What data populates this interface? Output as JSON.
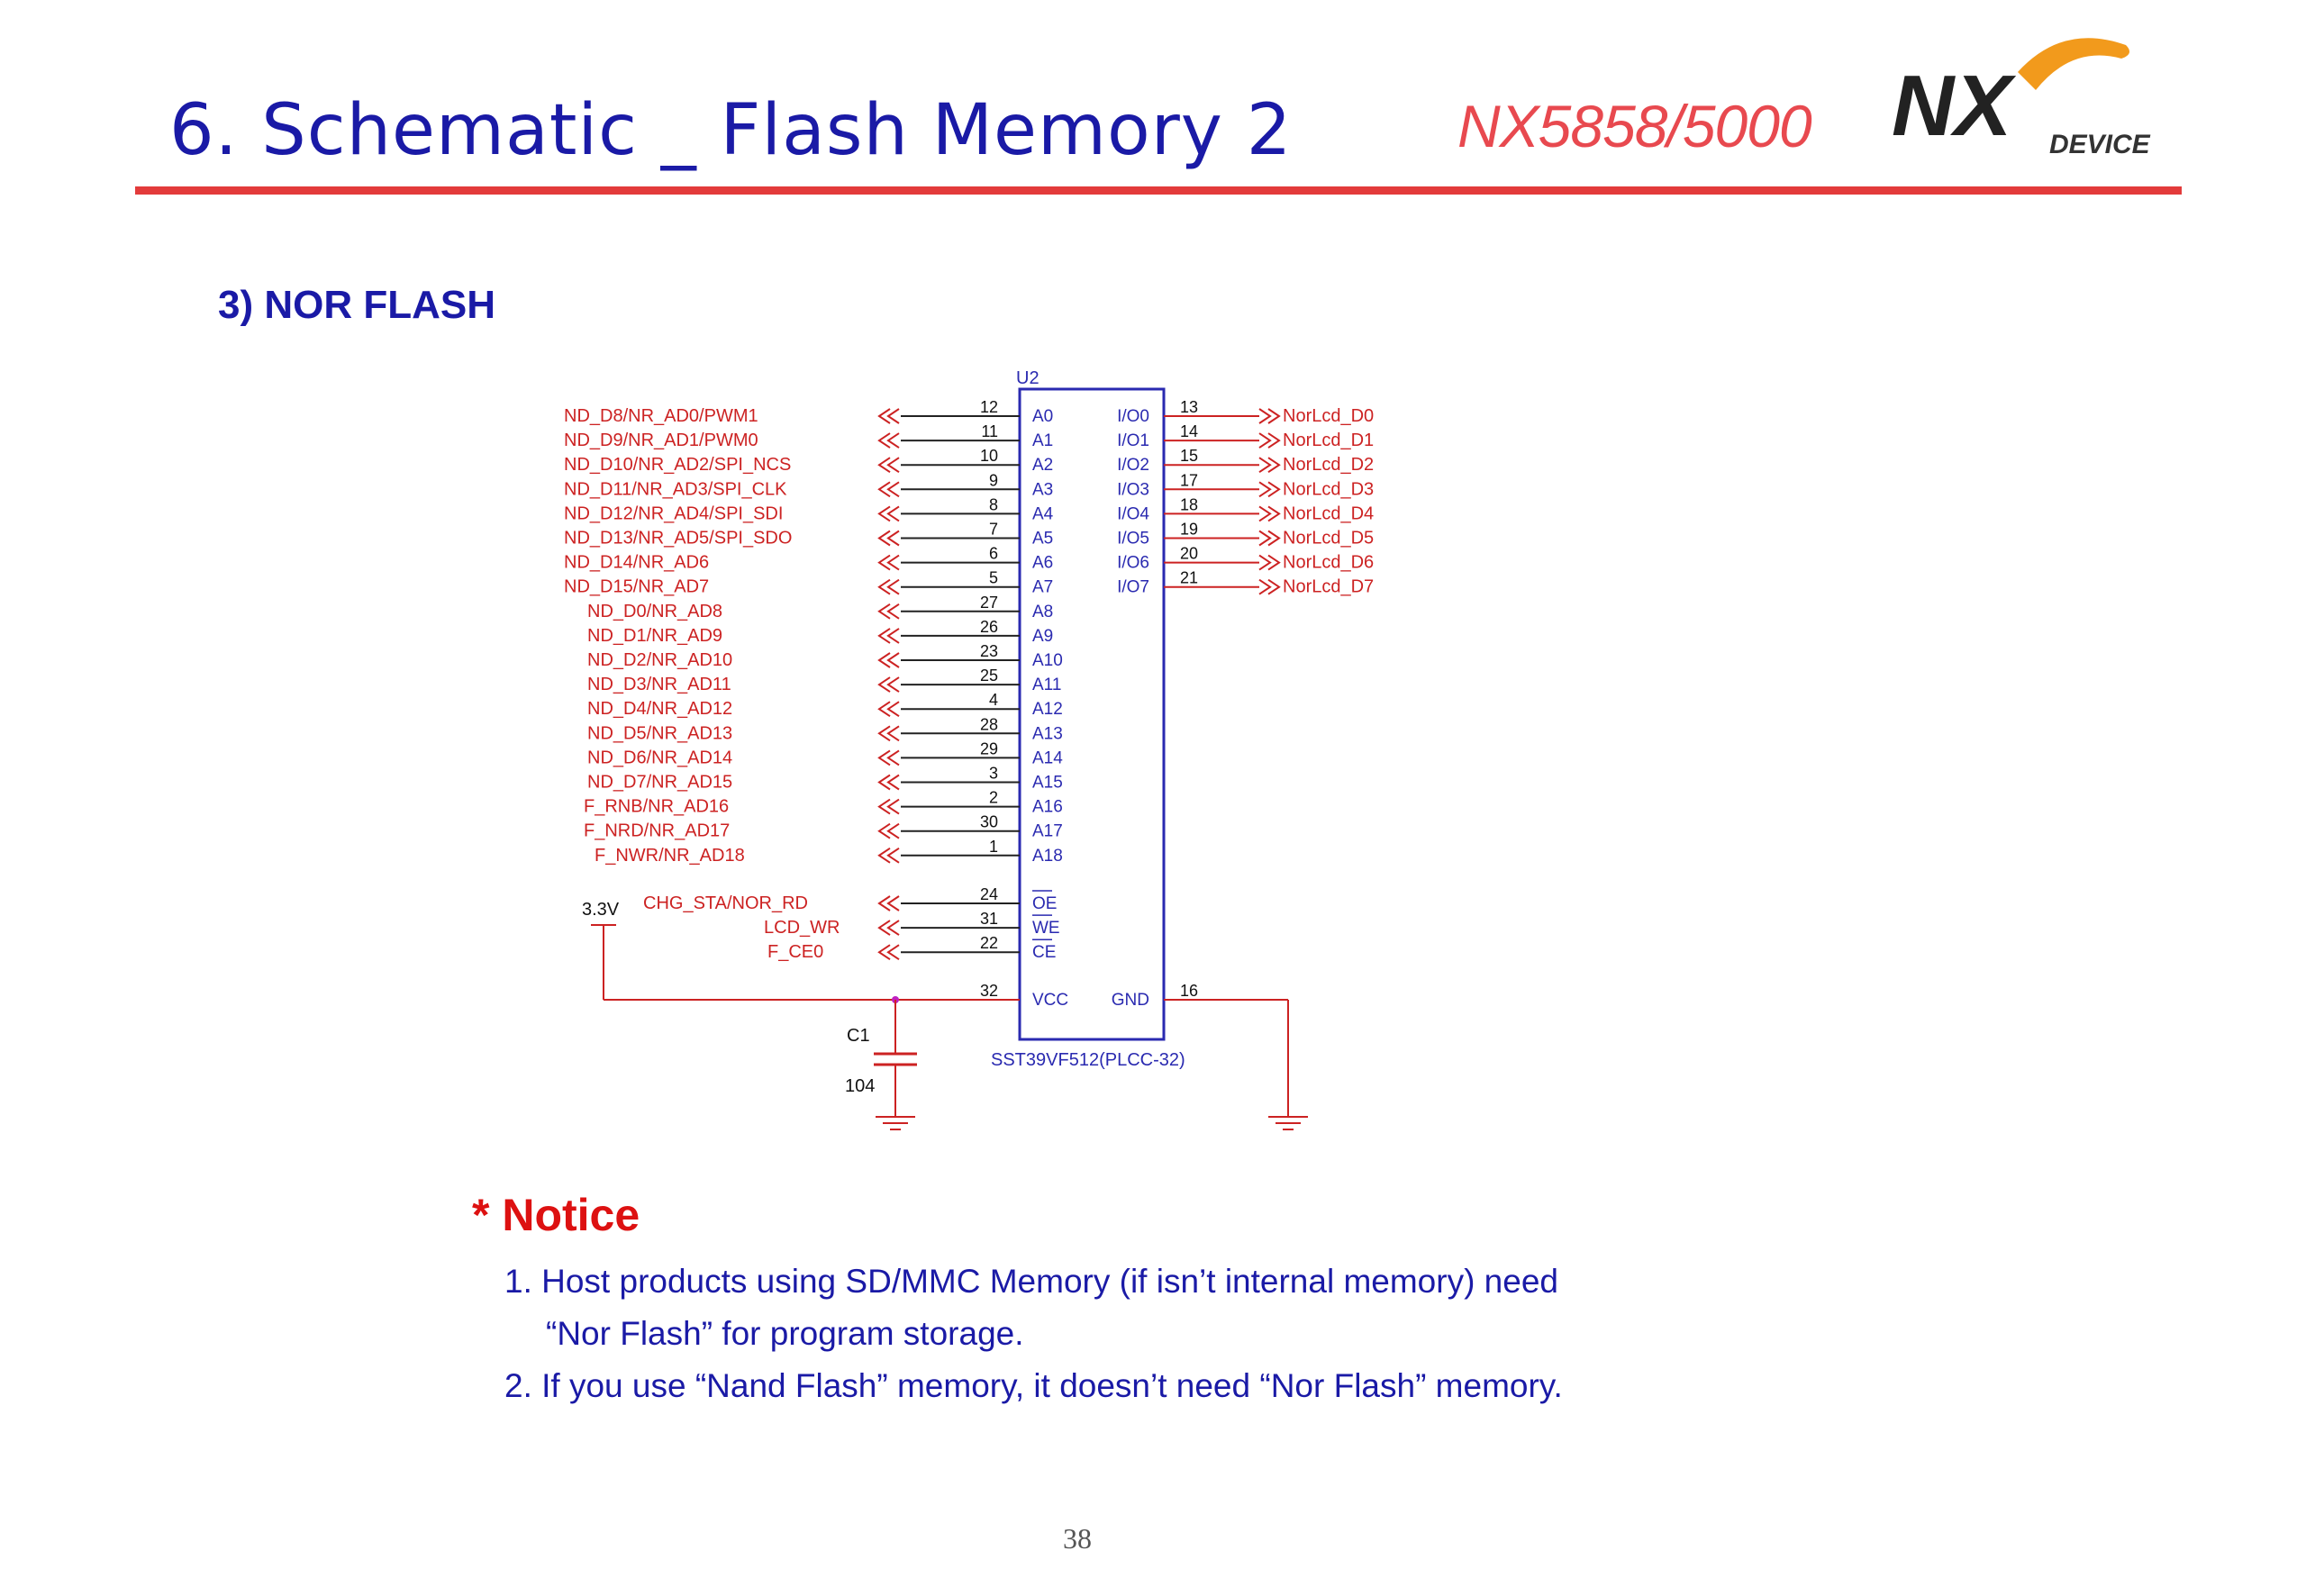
{
  "header": {
    "title": "6. Schematic _ Flash Memory 2",
    "model": "NX5858/5000",
    "logo": {
      "mark": "NX",
      "sub": "DEVICE"
    }
  },
  "section_title": "3) NOR FLASH",
  "schematic": {
    "ref": "U2",
    "part": "SST39VF512(PLCC-32)",
    "address_nets": [
      {
        "net": "ND_D8/NR_AD0/PWM1",
        "pin": "12",
        "name": "A0"
      },
      {
        "net": "ND_D9/NR_AD1/PWM0",
        "pin": "11",
        "name": "A1"
      },
      {
        "net": "ND_D10/NR_AD2/SPI_NCS",
        "pin": "10",
        "name": "A2"
      },
      {
        "net": "ND_D11/NR_AD3/SPI_CLK",
        "pin": "9",
        "name": "A3"
      },
      {
        "net": "ND_D12/NR_AD4/SPI_SDI",
        "pin": "8",
        "name": "A4"
      },
      {
        "net": "ND_D13/NR_AD5/SPI_SDO",
        "pin": "7",
        "name": "A5"
      },
      {
        "net": "ND_D14/NR_AD6",
        "pin": "6",
        "name": "A6"
      },
      {
        "net": "ND_D15/NR_AD7",
        "pin": "5",
        "name": "A7"
      },
      {
        "net": "ND_D0/NR_AD8",
        "pin": "27",
        "name": "A8"
      },
      {
        "net": "ND_D1/NR_AD9",
        "pin": "26",
        "name": "A9"
      },
      {
        "net": "ND_D2/NR_AD10",
        "pin": "23",
        "name": "A10"
      },
      {
        "net": "ND_D3/NR_AD11",
        "pin": "25",
        "name": "A11"
      },
      {
        "net": "ND_D4/NR_AD12",
        "pin": "4",
        "name": "A12"
      },
      {
        "net": "ND_D5/NR_AD13",
        "pin": "28",
        "name": "A13"
      },
      {
        "net": "ND_D6/NR_AD14",
        "pin": "29",
        "name": "A14"
      },
      {
        "net": "ND_D7/NR_AD15",
        "pin": "3",
        "name": "A15"
      },
      {
        "net": "F_RNB/NR_AD16",
        "pin": "2",
        "name": "A16"
      },
      {
        "net": "F_NRD/NR_AD17",
        "pin": "30",
        "name": "A17"
      },
      {
        "net": "F_NWR/NR_AD18",
        "pin": "1",
        "name": "A18"
      }
    ],
    "control_nets": [
      {
        "net": "CHG_STA/NOR_RD",
        "pin": "24",
        "name": "OE"
      },
      {
        "net": "LCD_WR",
        "pin": "31",
        "name": "WE"
      },
      {
        "net": "F_CE0",
        "pin": "22",
        "name": "CE"
      }
    ],
    "data_nets": [
      {
        "net": "NorLcd_D0",
        "pin": "13",
        "name": "I/O0"
      },
      {
        "net": "NorLcd_D1",
        "pin": "14",
        "name": "I/O1"
      },
      {
        "net": "NorLcd_D2",
        "pin": "15",
        "name": "I/O2"
      },
      {
        "net": "NorLcd_D3",
        "pin": "17",
        "name": "I/O3"
      },
      {
        "net": "NorLcd_D4",
        "pin": "18",
        "name": "I/O4"
      },
      {
        "net": "NorLcd_D5",
        "pin": "19",
        "name": "I/O5"
      },
      {
        "net": "NorLcd_D6",
        "pin": "20",
        "name": "I/O6"
      },
      {
        "net": "NorLcd_D7",
        "pin": "21",
        "name": "I/O7"
      }
    ],
    "power": {
      "rail": "3.3V",
      "vcc_pin": "32",
      "vcc_name": "VCC",
      "gnd_pin": "16",
      "gnd_name": "GND",
      "cap_ref": "C1",
      "cap_value": "104"
    }
  },
  "notice": {
    "title": "* Notice",
    "lines": [
      "1. Host products using SD/MMC Memory (if isn’t internal memory) need",
      "“Nor Flash” for program storage.",
      "2. If you use “Nand Flash” memory, it doesn’t need  “Nor Flash” memory."
    ]
  },
  "page_number": "38",
  "colors": {
    "title_blue": "#1a1aa6",
    "accent_red": "#e33b3b",
    "net_red": "#cc2222",
    "wire_dark": "#222222",
    "chip_blue": "#2a2ab0"
  }
}
